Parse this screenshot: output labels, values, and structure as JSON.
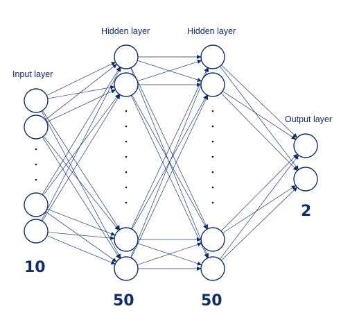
{
  "colors": {
    "neuron_stroke": "#0f2d6b",
    "connection": "#1c3773",
    "label_text": "#102a66",
    "count_text": "#0f2d6b",
    "background": "#ffffff"
  },
  "layers": [
    {
      "label": "Input layer",
      "count": "10",
      "neurons_drawn": 4,
      "ellipsis": true
    },
    {
      "label": "Hidden layer",
      "count": "50",
      "neurons_drawn": 4,
      "ellipsis": true
    },
    {
      "label": "Hidden layer",
      "count": "50",
      "neurons_drawn": 4,
      "ellipsis": true
    },
    {
      "label": "Output layer",
      "count": "2",
      "neurons_drawn": 2,
      "ellipsis": false
    }
  ]
}
